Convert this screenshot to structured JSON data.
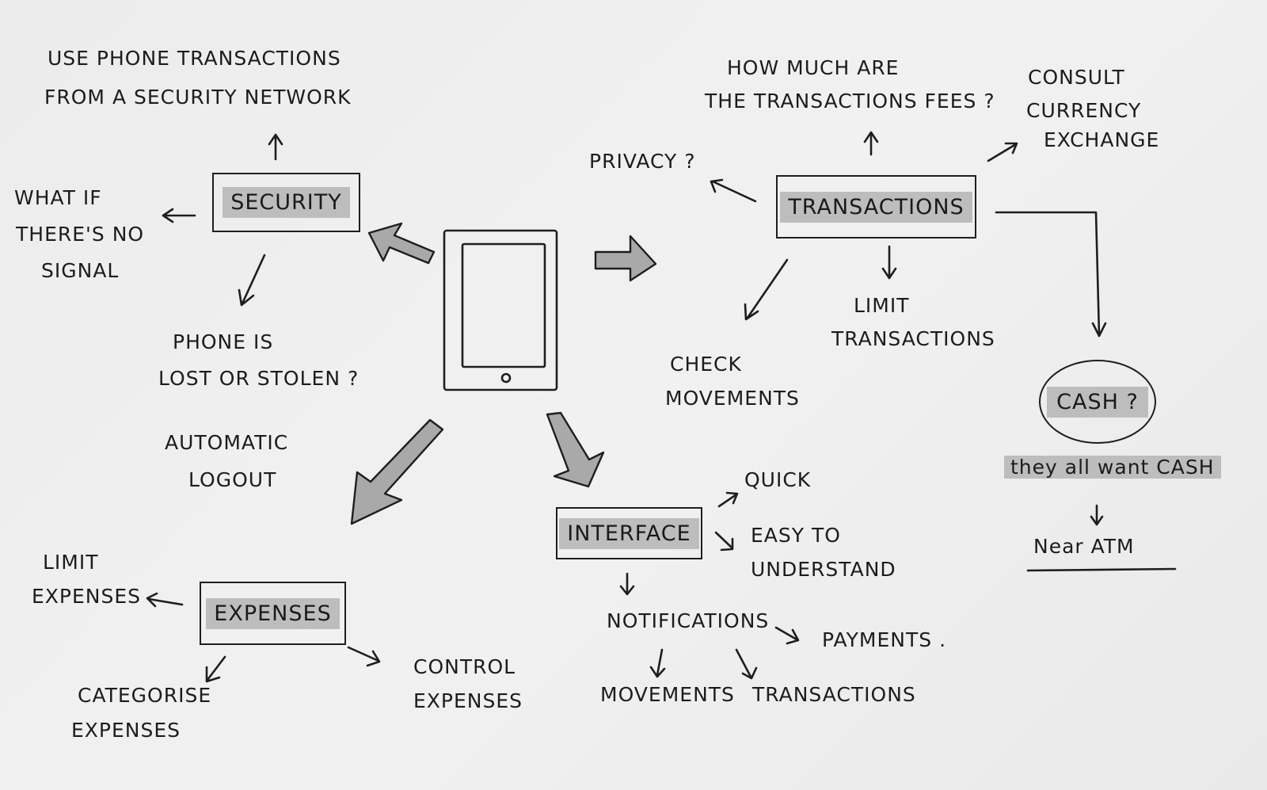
{
  "nodes": {
    "security": "SECURITY",
    "transactions": "TRANSACTIONS",
    "interface": "INTERFACE",
    "expenses": "EXPENSES",
    "cash": "CASH ?"
  },
  "notes": {
    "phone_transactions_1": "USE PHONE TRANSACTIONS",
    "phone_transactions_2": "FROM A SECURITY NETWORK",
    "no_signal_1": "WHAT IF",
    "no_signal_2": "THERE'S NO",
    "no_signal_3": "SIGNAL",
    "lost_1": "PHONE IS",
    "lost_2": "LOST OR STOLEN ?",
    "logout_1": "AUTOMATIC",
    "logout_2": "LOGOUT",
    "fees_1": "HOW MUCH ARE",
    "fees_2": "THE TRANSACTIONS FEES ?",
    "exchange_1": "CONSULT",
    "exchange_2": "CURRENCY",
    "exchange_3": "EXCHANGE",
    "privacy": "PRIVACY ?",
    "limit_tx_1": "LIMIT",
    "limit_tx_2": "TRANSACTIONS",
    "check_1": "CHECK",
    "check_2": "MOVEMENTS",
    "want_cash": "they all want CASH",
    "near_atm": "Near ATM",
    "quick": "QUICK",
    "easy_1": "EASY TO",
    "easy_2": "UNDERSTAND",
    "notifications": "NOTIFICATIONS",
    "payments": "PAYMENTS .",
    "n_movements": "MOVEMENTS",
    "n_transactions": "TRANSACTIONS",
    "limit_exp_1": "LIMIT",
    "limit_exp_2": "EXPENSES",
    "categorise_1": "CATEGORISE",
    "categorise_2": "EXPENSES",
    "control_1": "CONTROL",
    "control_2": "EXPENSES"
  },
  "colors": {
    "paper": "#eeeeee",
    "ink": "#1e1e1e",
    "highlight": "#bdbdbd"
  }
}
